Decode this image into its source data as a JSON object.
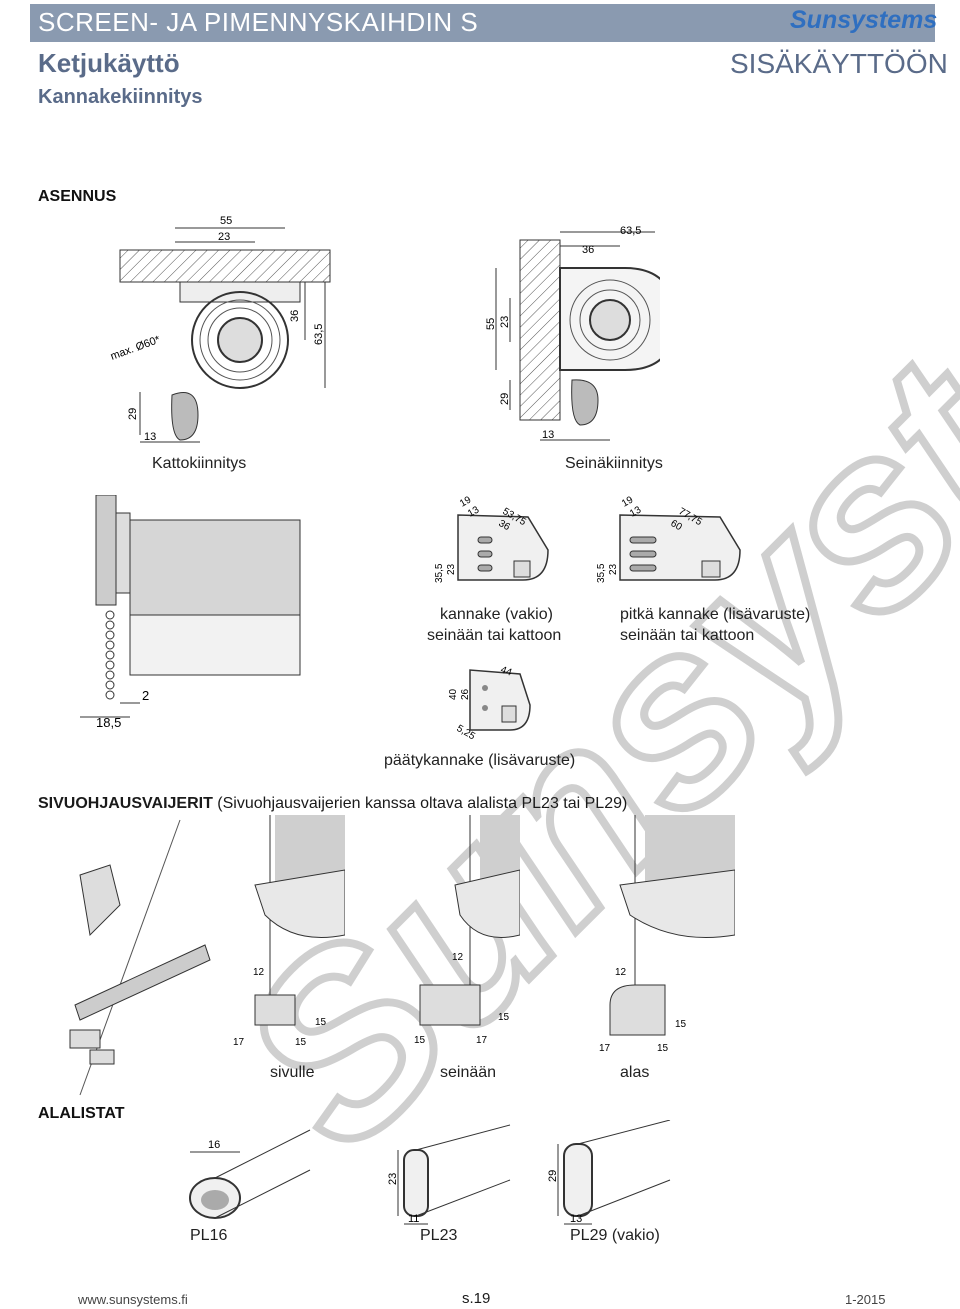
{
  "header": {
    "title": "SCREEN- JA PIMENNYSKAIHDIN S",
    "brand": "Sunsystems",
    "subtitle": "Ketjukäyttö",
    "category": "SISÄKÄYTTÖÖN",
    "subsubtitle": "Kannakekiinnitys"
  },
  "sections": {
    "asennus": "ASENNUS",
    "sivuohjaus_bold": "SIVUOHJAUSVAIJERIT",
    "sivuohjaus_rest": " (Sivuohjausvaijerien kanssa oltava alalista PL23 tai PL29)",
    "alalistat": "ALALISTAT"
  },
  "ceiling": {
    "caption": "Kattokiinnitys",
    "dims": [
      "55",
      "23",
      "36",
      "63,5",
      "max. Ø60*",
      "29",
      "13"
    ]
  },
  "wall": {
    "caption": "Seinäkiinnitys",
    "dims": [
      "63,5",
      "36",
      "55",
      "23",
      "29",
      "13"
    ]
  },
  "side_dims": [
    "2",
    "18,5"
  ],
  "bracket_std": {
    "caption1": "kannake (vakio)",
    "caption2": "seinään tai kattoon",
    "dims": [
      "19",
      "13",
      "53,75",
      "36",
      "35,5",
      "23"
    ]
  },
  "bracket_long": {
    "caption1": "pitkä kannake (lisävaruste)",
    "caption2": "seinään tai kattoon",
    "dims": [
      "19",
      "13",
      "77,75",
      "60",
      "35,5",
      "23"
    ]
  },
  "bracket_end": {
    "caption": "päätykannake (lisävaruste)",
    "dims": [
      "44",
      "40",
      "26",
      "5,25"
    ]
  },
  "guides": {
    "labels": [
      "sivulle",
      "seinään",
      "alas"
    ],
    "dims_a": [
      "12",
      "17",
      "15",
      "15"
    ],
    "dims_b": [
      "12",
      "15",
      "17",
      "15"
    ],
    "dims_c": [
      "12",
      "17",
      "15",
      "15"
    ]
  },
  "profiles": [
    {
      "name": "PL16",
      "dim_main": "16",
      "dim_sub": ""
    },
    {
      "name": "PL23",
      "dim_main": "23",
      "dim_sub": "11"
    },
    {
      "name": "PL29 (vakio)",
      "dim_main": "29",
      "dim_sub": "13"
    }
  ],
  "footer": {
    "url": "www.sunsystems.fi",
    "page": "s.19",
    "date": "1-2015"
  },
  "colors": {
    "header_bar": "#8a9ab0",
    "heading_text": "#5a6b89",
    "brand_blue": "#2f6fc0",
    "watermark": "#cfcfcf"
  }
}
